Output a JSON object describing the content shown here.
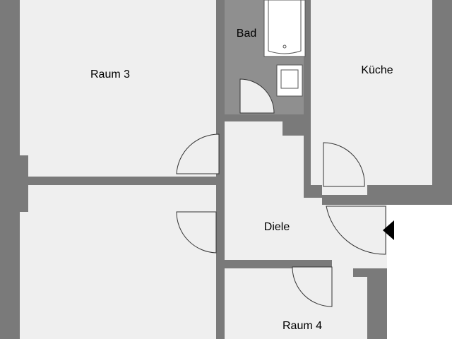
{
  "floorplan": {
    "rooms": {
      "raum3": {
        "label": "Raum 3"
      },
      "bad": {
        "label": "Bad"
      },
      "kueche": {
        "label": "Küche"
      },
      "diele": {
        "label": "Diele"
      },
      "raum4": {
        "label": "Raum 4"
      }
    },
    "entrance_marker": {
      "icon": "entrance-arrow-icon"
    },
    "colors": {
      "wall": "#7a7a7a",
      "floor": "#efefef",
      "bath_floor": "#8f8f8f",
      "fixture": "#ffffff"
    }
  }
}
